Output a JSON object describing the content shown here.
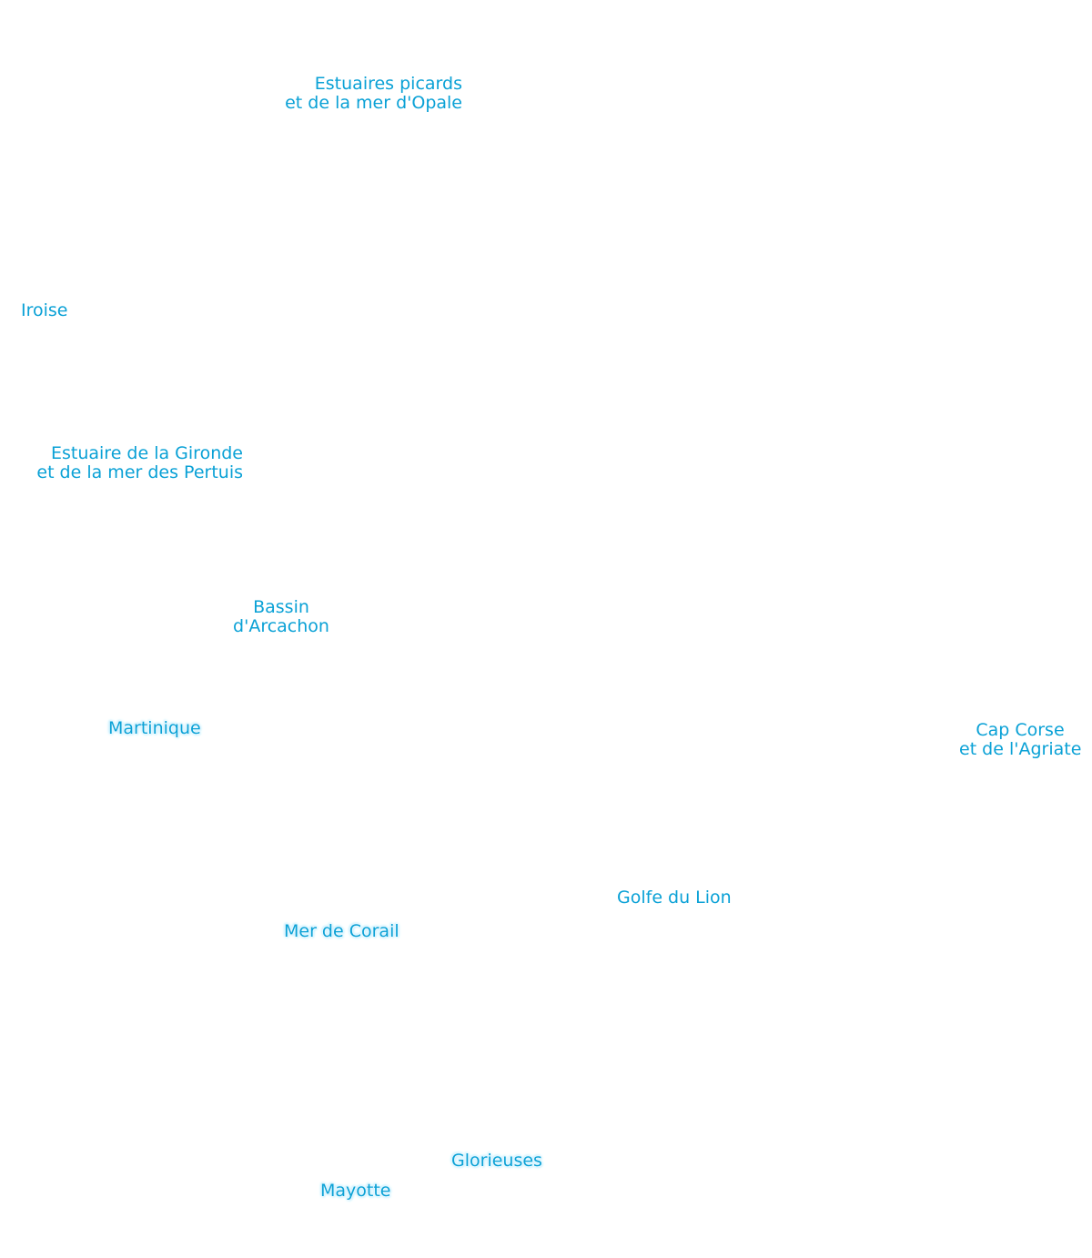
{
  "colors": {
    "label_text": "#0aa1d6",
    "halo": "#b9ecff",
    "background": "#ffffff"
  },
  "labels": {
    "estuaires_picards": {
      "line1": "Estuaires picards",
      "line2": "et de la mer d'Opale"
    },
    "iroise": {
      "line1": "Iroise"
    },
    "gironde": {
      "line1": "Estuaire de la Gironde",
      "line2": "et de la mer des Pertuis"
    },
    "arcachon": {
      "line1": "Bassin",
      "line2": "d'Arcachon"
    },
    "martinique": {
      "line1": "Martinique"
    },
    "cap_corse": {
      "line1": "Cap Corse",
      "line2": "et de l'Agriate"
    },
    "golfe_lion": {
      "line1": "Golfe du Lion"
    },
    "mer_corail": {
      "line1": "Mer de Corail"
    },
    "glorieuses": {
      "line1": "Glorieuses"
    },
    "mayotte": {
      "line1": "Mayotte"
    }
  }
}
